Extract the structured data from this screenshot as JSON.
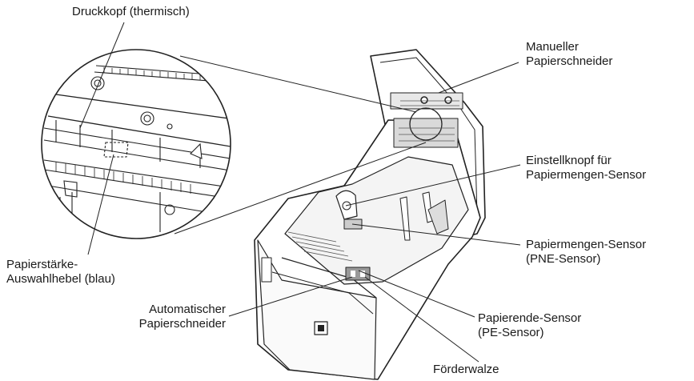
{
  "labels": {
    "druckkopf": "Druckkopf (thermisch)",
    "manueller_1": "Manueller",
    "manueller_2": "Papierschneider",
    "einstellknopf_1": "Einstellknopf für",
    "einstellknopf_2": "Papiermengen-Sensor",
    "pne_1": "Papiermengen-Sensor",
    "pne_2": "(PNE-Sensor)",
    "papierstaerke_1": "Papierstärke-",
    "papierstaerke_2": "Auswahlhebel (blau)",
    "automatischer_1": "Automatischer",
    "automatischer_2": "Papierschneider",
    "pe_1": "Papierende-Sensor",
    "pe_2": "(PE-Sensor)",
    "foerderwalze": "Förderwalze"
  }
}
